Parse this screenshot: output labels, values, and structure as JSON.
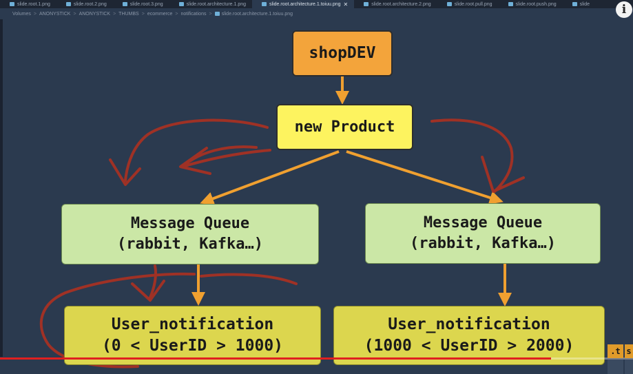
{
  "tabs": [
    {
      "label": "slide.root.1.png",
      "active": false
    },
    {
      "label": "slide.root.2.png",
      "active": false
    },
    {
      "label": "slide.root.3.png",
      "active": false
    },
    {
      "label": "slide.root.architecture.1.png",
      "active": false
    },
    {
      "label": "slide.root.architecture.1.toiuu.png",
      "active": true
    },
    {
      "label": "slide.root.architecture.2.png",
      "active": false
    },
    {
      "label": "slide.root.pull.png",
      "active": false
    },
    {
      "label": "slide.root.push.png",
      "active": false
    },
    {
      "label": "slide",
      "active": false
    }
  ],
  "tab_close_glyph": "✕",
  "breadcrumb": [
    "Volumes",
    "ANONYSTICK",
    "ANONYSTICK",
    "THUMBS",
    "ecommerce",
    "notifications",
    "slide.root.architecture.1.toiuu.png"
  ],
  "breadcrumb_sep": ">",
  "info_button": {
    "glyph": "i",
    "icon": "info-icon"
  },
  "diagram": {
    "shop_label": "shopDEV",
    "product_label": "new Product",
    "queue_left": {
      "line1": "Message Queue",
      "line2": "(rabbit, Kafka…)"
    },
    "queue_right": {
      "line1": "Message Queue",
      "line2": "(rabbit, Kafka…)"
    },
    "user_left": {
      "line1": "User_notification",
      "line2": "(0 < UserID > 1000)"
    },
    "user_right": {
      "line1": "User_notification",
      "line2": "(1000 < UserID > 2000)"
    }
  },
  "player": {
    "progress_fraction": 0.87,
    "corner_label_1": ".t",
    "corner_label_2": "s"
  },
  "colors": {
    "background": "#2b3a4f",
    "arrow": "#f0a030",
    "annotation": "#b03020",
    "progress": "#e02020"
  }
}
